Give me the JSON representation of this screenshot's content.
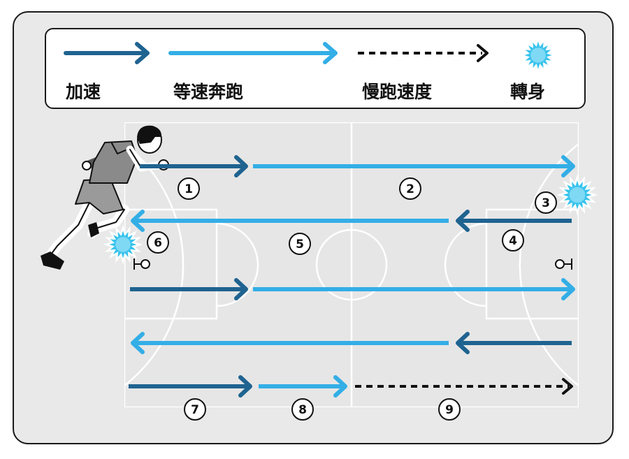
{
  "legend": {
    "accelerate": "加速",
    "constant_run": "等速奔跑",
    "jog_speed": "慢跑速度",
    "turn": "轉身"
  },
  "colors": {
    "accelerate": "#1f6390",
    "constant_run": "#33aee6",
    "jog": "#111111",
    "turn": "#39c3ec",
    "court_bg": "#e6e6e6",
    "court_lines": "#ffffff"
  },
  "steps": [
    "1",
    "2",
    "3",
    "4",
    "5",
    "6",
    "7",
    "8",
    "9"
  ]
}
